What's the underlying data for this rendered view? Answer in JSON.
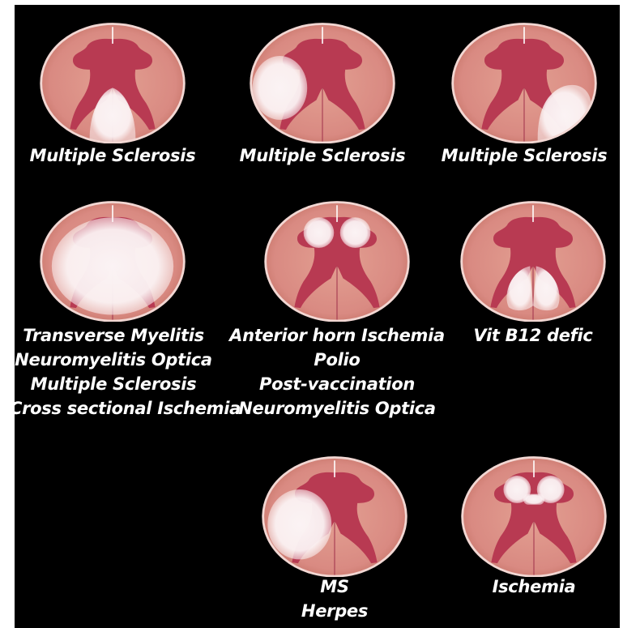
{
  "colors": {
    "background": "#000000",
    "white_matter": "#d98a82",
    "gray_matter": "#b83a52",
    "lesion": "#fbf3f4",
    "rim": "#f2d7d3",
    "text": "#ffffff"
  },
  "diagrams": [
    {
      "lesion": "posterior-columns",
      "labels": [
        "Multiple Sclerosis"
      ]
    },
    {
      "lesion": "left-lateral",
      "labels": [
        "Multiple Sclerosis"
      ]
    },
    {
      "lesion": "right-posterolateral",
      "labels": [
        "Multiple Sclerosis"
      ]
    },
    {
      "lesion": "transverse",
      "labels": [
        "Transverse Myelitis",
        "Neuromyelitis Optica",
        "Multiple Sclerosis",
        "Cross sectional Ischemia"
      ]
    },
    {
      "lesion": "anterior-horns",
      "labels": [
        "Anterior horn Ischemia",
        "Polio",
        "Post-vaccination",
        "Neuromyelitis Optica"
      ]
    },
    {
      "lesion": "dorsal-columns",
      "labels": [
        "Vit B12 defic"
      ]
    },
    {
      "lesion": "left-lateral-large",
      "labels": [
        "MS",
        "Herpes"
      ]
    },
    {
      "lesion": "anterior-horns-small",
      "labels": [
        "Ischemia"
      ]
    }
  ]
}
